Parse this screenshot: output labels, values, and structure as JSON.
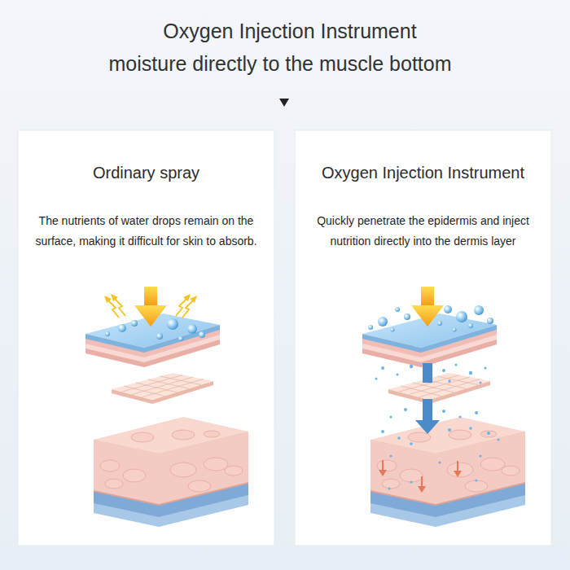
{
  "diagram": {
    "title": "Oxygen Injection Instrument moisture directly to the muscle bottom",
    "nodes": [
      {
        "text": [
          "Ordinary spray",
          "The nutrients of water drops remain on the surface, making it difficult for skin to absorb."
        ]
      },
      {
        "text": [
          "Oxygen Injection Instrument",
          "Quickly penetrate the epidermis and inject nutrition directly into the dermis layer"
        ]
      }
    ]
  }
}
